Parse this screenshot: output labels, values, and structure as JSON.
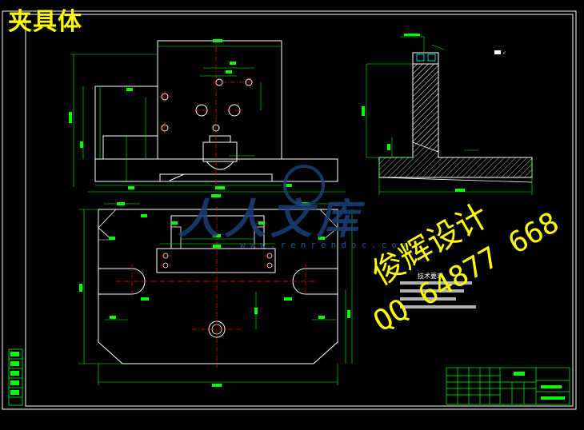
{
  "drawing": {
    "title": "夹具体",
    "watermark_cn": "俊辉设计",
    "watermark_qq": "QQ 64877 668",
    "watermark_site": "人人文库",
    "watermark_url": "www.renrendoc.com",
    "tech_requirements_title": "技术要求",
    "colors": {
      "background": "#000000",
      "outline": "#ffffff",
      "frame": "#ffffff",
      "dimension": "#00ff00",
      "centerline": "#ff0000",
      "cyan_detail": "#00ffff",
      "text_yellow": "#ffff00",
      "hatch": "#ffffff"
    }
  }
}
